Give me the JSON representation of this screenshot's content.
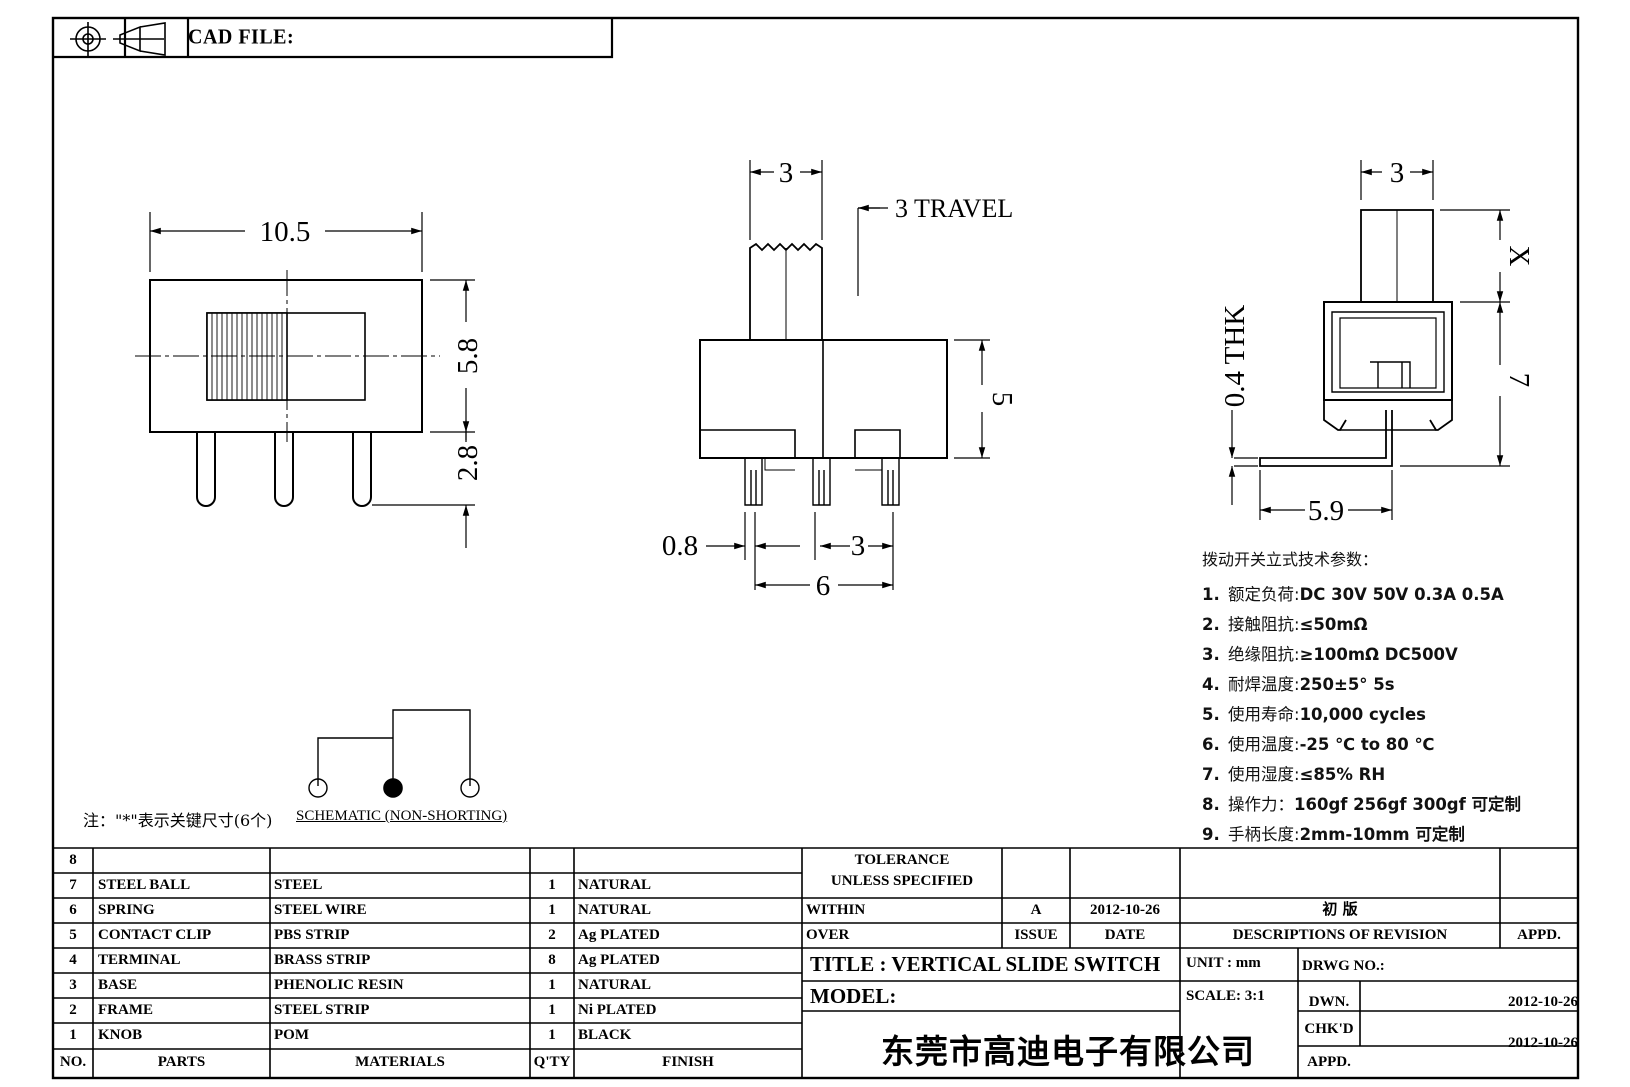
{
  "header": {
    "cad_file_label": "CAD FILE:"
  },
  "front_view": {
    "width_dim": "10.5",
    "height_dim": "5.8",
    "pin_dim": "2.8"
  },
  "side_view": {
    "knob_width_dim": "3",
    "travel_label": "3 TRAVEL",
    "body_height_dim": "5",
    "pin_width_dim": "0.8",
    "pin_pitch_dim": "3",
    "pin_span_dim": "6"
  },
  "end_view": {
    "knob_width_dim": "3",
    "knob_height_dim": "X",
    "thickness_dim": "0.4 THK",
    "body_height_dim": "7",
    "lead_length_dim": "5.9"
  },
  "specs": {
    "title": "拨动开关立式技术参数：",
    "items": [
      {
        "n": "1.",
        "label": "额定负荷:",
        "value": "DC 30V    50V    0.3A    0.5A"
      },
      {
        "n": "2.",
        "label": "接触阻抗:",
        "value": "≤50mΩ"
      },
      {
        "n": "3.",
        "label": "绝缘阻抗:",
        "value": "≥100mΩ   DC500V"
      },
      {
        "n": "4.",
        "label": "耐焊温度:",
        "value": "250±5°  5s"
      },
      {
        "n": "5.",
        "label": "使用寿命:",
        "value": "10,000 cycles"
      },
      {
        "n": "6.",
        "label": "使用温度:",
        "value": "-25  ℃   to 80  ℃"
      },
      {
        "n": "7.",
        "label": "使用湿度:",
        "value": "≤85% RH"
      },
      {
        "n": "8.",
        "label": "操作力：",
        "value": "160gf    256gf    300gf  可定制"
      },
      {
        "n": "9.",
        "label": "手柄长度:",
        "value": "2mm-10mm   可定制"
      }
    ]
  },
  "note": "注：\"*\"表示关键尺寸(6个)",
  "schematic_label": "SCHEMATIC (NON-SHORTING)",
  "bom": {
    "rows": [
      {
        "no": "8",
        "part": "",
        "material": "",
        "qty": "",
        "finish": ""
      },
      {
        "no": "7",
        "part": "STEEL BALL",
        "material": "STEEL",
        "qty": "1",
        "finish": "NATURAL"
      },
      {
        "no": "6",
        "part": "SPRING",
        "material": "STEEL WIRE",
        "qty": "1",
        "finish": "NATURAL"
      },
      {
        "no": "5",
        "part": "CONTACT CLIP",
        "material": "PBS STRIP",
        "qty": "2",
        "finish": "Ag PLATED"
      },
      {
        "no": "4",
        "part": "TERMINAL",
        "material": "BRASS STRIP",
        "qty": "8",
        "finish": "Ag PLATED"
      },
      {
        "no": "3",
        "part": "BASE",
        "material": "PHENOLIC RESIN",
        "qty": "1",
        "finish": "NATURAL"
      },
      {
        "no": "2",
        "part": "FRAME",
        "material": "STEEL STRIP",
        "qty": "1",
        "finish": "Ni PLATED"
      },
      {
        "no": "1",
        "part": "KNOB",
        "material": "POM",
        "qty": "1",
        "finish": "BLACK"
      }
    ],
    "headers": {
      "no": "NO.",
      "part": "PARTS",
      "material": "MATERIALS",
      "qty": "Q'TY",
      "finish": "FINISH"
    }
  },
  "tolerance": {
    "line1": "TOLERANCE",
    "line2": "UNLESS   SPECIFIED",
    "within": "WITHIN",
    "over": "OVER"
  },
  "revision": {
    "issue": "A",
    "date": "2012-10-26",
    "description": "初   版",
    "issue_label": "ISSUE",
    "date_label": "DATE",
    "desc_label": "DESCRIPTIONS OF REVISION",
    "appd_label": "APPD."
  },
  "title_block": {
    "title": "TITLE :   VERTICAL SLIDE SWITCH",
    "unit": "UNIT :   mm",
    "model": "MODEL:",
    "scale": "SCALE:   3:1",
    "drwg_no": "DRWG NO.:",
    "dwn_label": "DWN.",
    "dwn_date": "2012-10-26",
    "chkd_label": "CHK'D",
    "chkd_date": "2012-10-26",
    "appd_label": "APPD.",
    "company": "东莞市高迪电子有限公司"
  }
}
